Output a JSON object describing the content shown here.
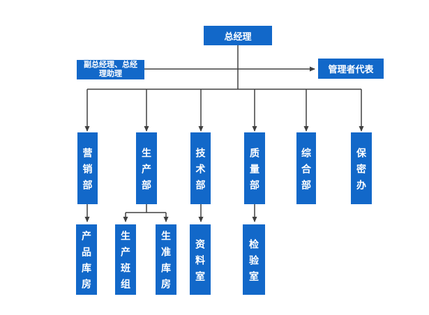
{
  "colors": {
    "box_fill": "#1268C9",
    "box_text": "#FFFFFF",
    "line": "#404040",
    "background": "#FFFFFF"
  },
  "nodes": {
    "root": {
      "label": "总经理"
    },
    "assistant": {
      "line1": "副总经理、总经",
      "line2": "理助理"
    },
    "representative": {
      "label": "管理者代表"
    },
    "departments": [
      {
        "label": "营销部"
      },
      {
        "label": "生产部"
      },
      {
        "label": "技术部"
      },
      {
        "label": "质量部"
      },
      {
        "label": "综合部"
      },
      {
        "label": "保密办"
      }
    ],
    "sub_units": [
      {
        "label": "产品库房"
      },
      {
        "label": "生产班组"
      },
      {
        "label": "生准库房"
      },
      {
        "label": "资料室"
      },
      {
        "label": "检验室"
      }
    ]
  }
}
